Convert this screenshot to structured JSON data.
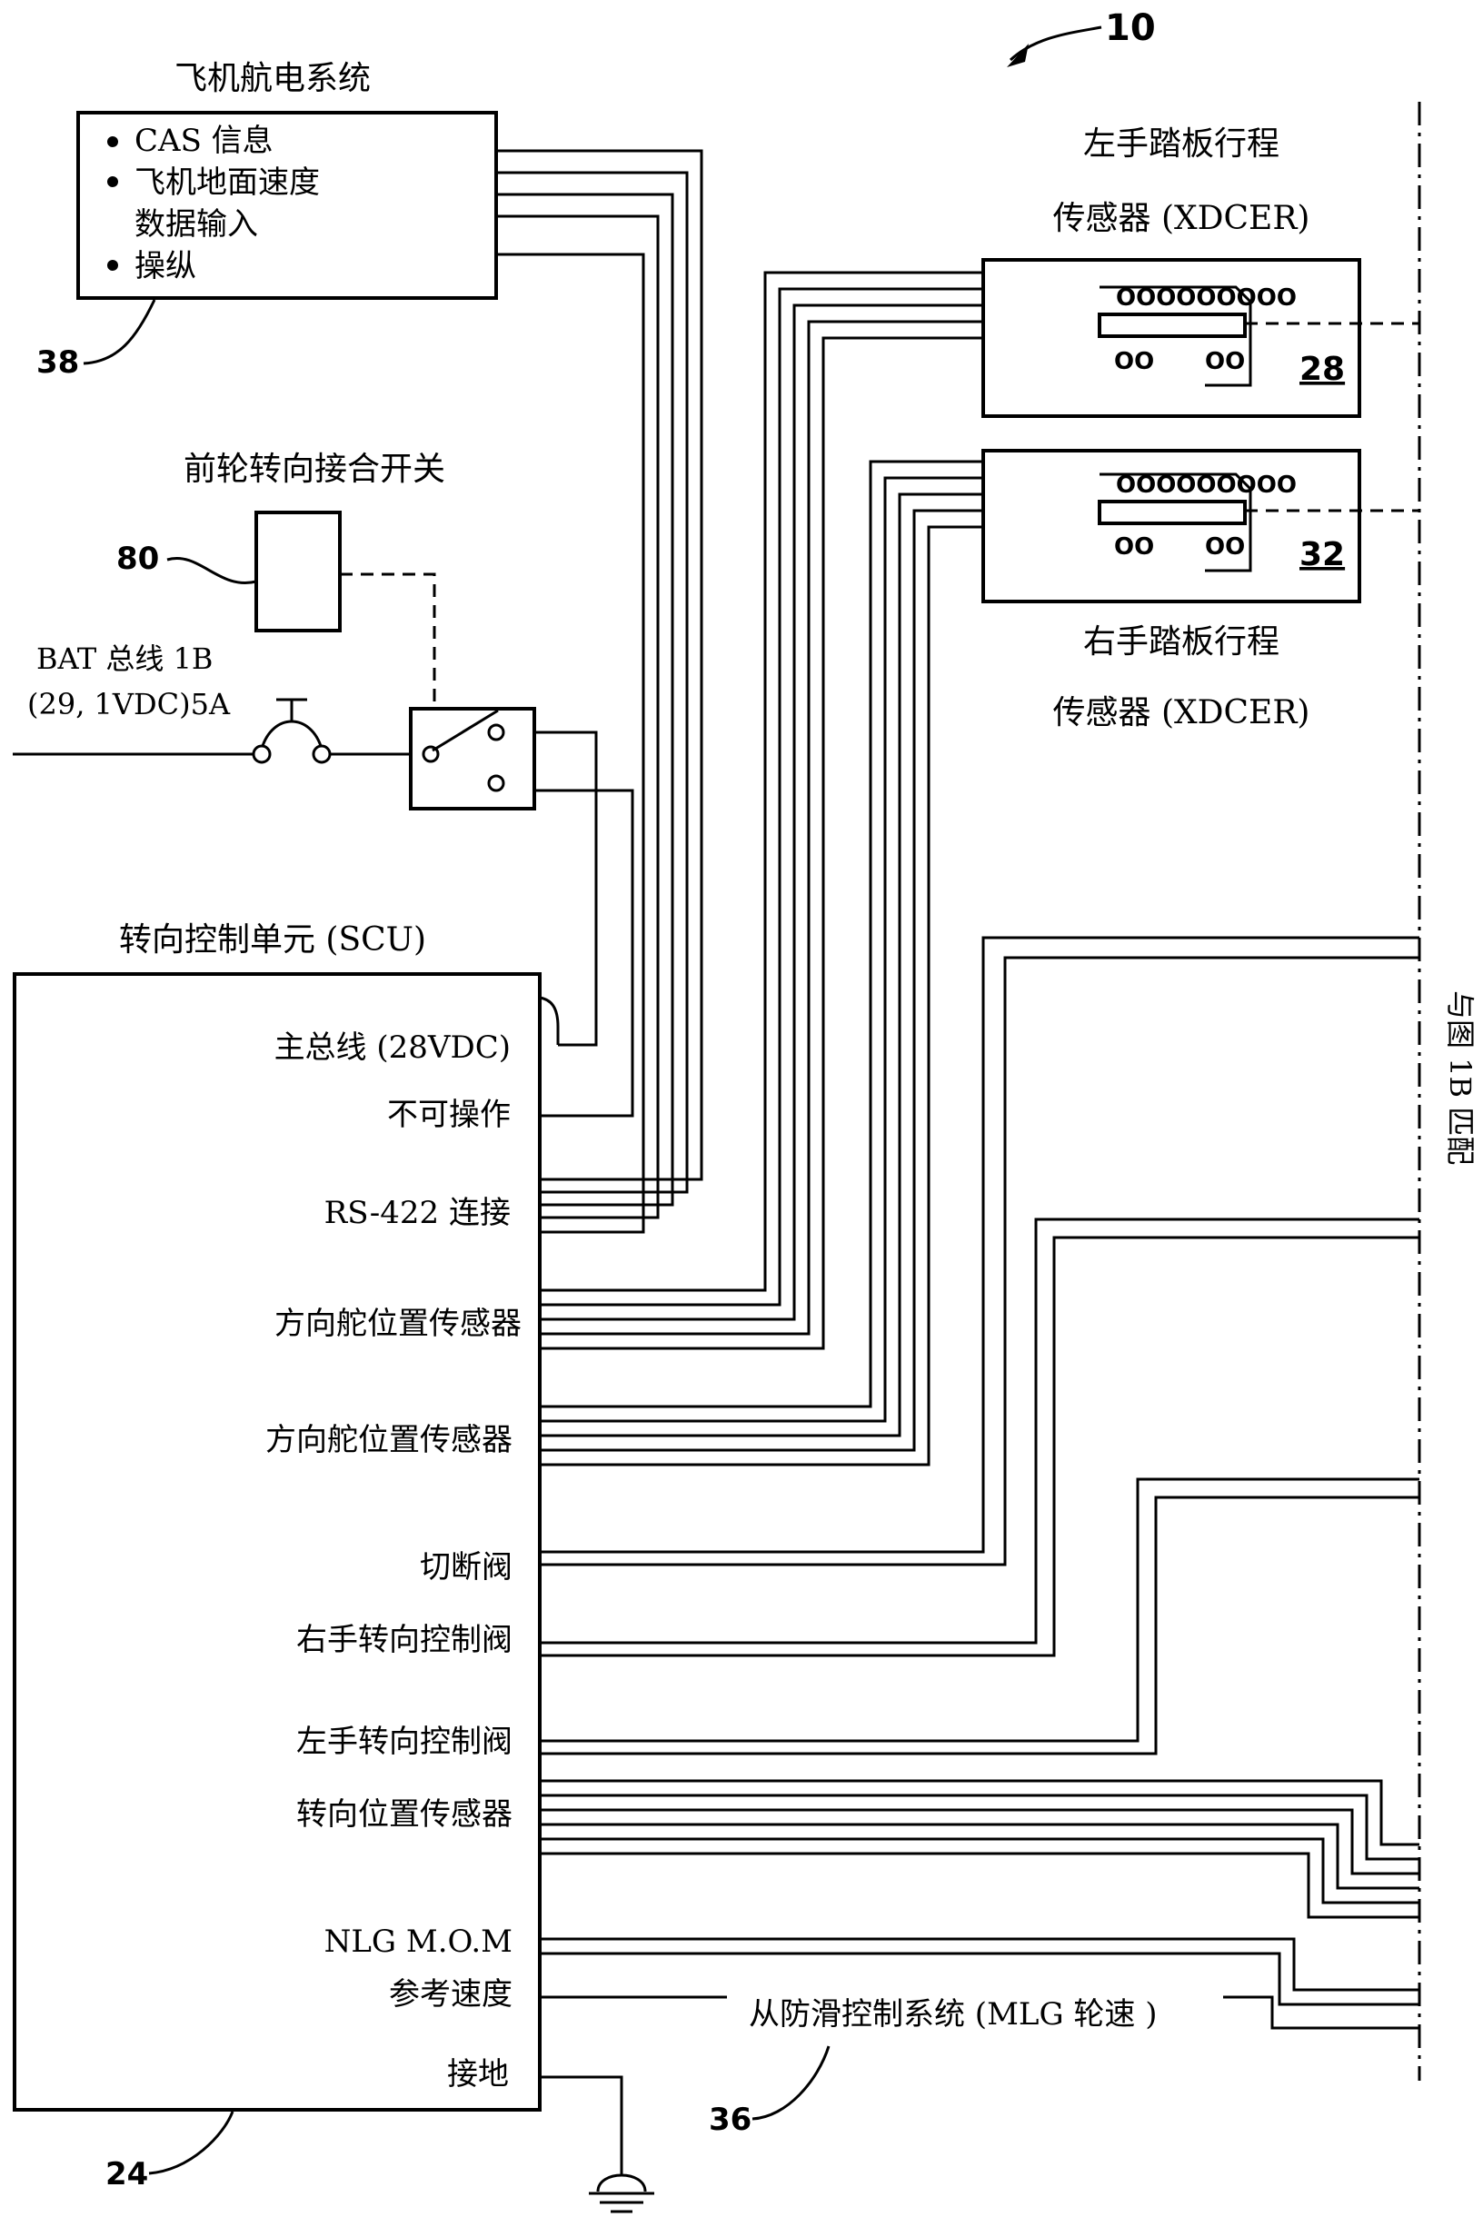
{
  "ref_numbers": {
    "figure": "10",
    "avionics": "38",
    "switch": "80",
    "left_xdcer": "28",
    "right_xdcer": "32",
    "scu": "24",
    "antiskid": "36"
  },
  "avionics": {
    "title": "飞机航电系统",
    "items": [
      "CAS 信息",
      "飞机地面速度",
      "数据输入",
      "操纵"
    ]
  },
  "switch": {
    "title": "前轮转向接合开关",
    "bus_line1": "BAT 总线 1B",
    "bus_line2": "(29, 1VDC)5A"
  },
  "left_xdcer": {
    "line1": "左手踏板行程",
    "line2": "传感器 (XDCER)"
  },
  "right_xdcer": {
    "line1": "右手踏板行程",
    "line2": "传感器 (XDCER)"
  },
  "scu": {
    "title": "转向控制单元 (SCU)",
    "ports": [
      "主总线 (28VDC)",
      "不可操作",
      "RS-422 连接",
      "方向舵位置传感器",
      "方向舵位置传感器",
      "切断阀",
      "右手转向控制阀",
      "左手转向控制阀",
      "转向位置传感器",
      "NLG M.O.M",
      "参考速度",
      "接地"
    ]
  },
  "antiskid": {
    "label": "从防滑控制系统 (MLG 轮速 )"
  },
  "match_line": {
    "label": "与图 1B 匹配"
  }
}
